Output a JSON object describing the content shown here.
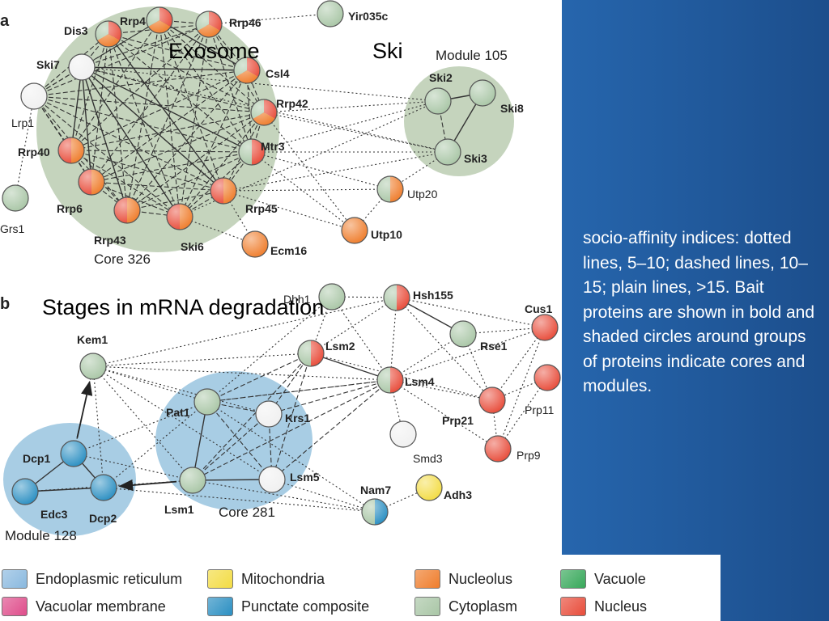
{
  "panel_letters": {
    "a": "a",
    "b": "b"
  },
  "overlay_labels": {
    "exosome": "Exosome",
    "ski": "Ski",
    "stages": "Stages in mRNA degradation"
  },
  "group_labels": {
    "core326": "Core 326",
    "module105": "Module 105",
    "core281": "Core 281",
    "module128": "Module 128"
  },
  "caption": "socio-affinity indices: dotted lines, 5–10; dashed lines, 10–15; plain lines, >15. Bait proteins are shown in bold and shaded circles around groups of proteins indicate cores and modules.",
  "colors": {
    "nucleus": "#e84c3a",
    "nucleolus": "#ef7d2c",
    "cytoplasm": "#a9c6a6",
    "punctate": "#2b8fc2",
    "mitochondria": "#f3dc44",
    "er": "#8ab9df",
    "vacuole": "#37a85a",
    "vacuolar_membrane": "#df4d8b",
    "uncolored": "#f0f0f0",
    "core_fill": "#c5d4bd",
    "blue_fill": "#a8cde4"
  },
  "nodes": [
    {
      "id": "Rrp4",
      "label": "Rrp4",
      "colors": [
        "nucleus",
        "nucleolus",
        "cytoplasm"
      ],
      "bold": true
    },
    {
      "id": "Dis3",
      "label": "Dis3",
      "colors": [
        "nucleus",
        "nucleolus",
        "cytoplasm"
      ],
      "bold": true
    },
    {
      "id": "Rrp46",
      "label": "Rrp46",
      "colors": [
        "nucleus",
        "nucleolus",
        "cytoplasm"
      ],
      "bold": true
    },
    {
      "id": "Ski7",
      "label": "Ski7",
      "colors": [
        "uncolored"
      ],
      "bold": true
    },
    {
      "id": "Csl4",
      "label": "Csl4",
      "colors": [
        "nucleus",
        "nucleolus",
        "cytoplasm"
      ],
      "bold": true
    },
    {
      "id": "Lrp1",
      "label": "Lrp1",
      "colors": [
        "uncolored"
      ],
      "bold": false
    },
    {
      "id": "Rrp42",
      "label": "Rrp42",
      "colors": [
        "nucleus",
        "nucleolus",
        "cytoplasm"
      ],
      "bold": true
    },
    {
      "id": "Rrp40",
      "label": "Rrp40",
      "colors": [
        "nucleus",
        "nucleolus"
      ],
      "bold": true
    },
    {
      "id": "Mtr3",
      "label": "Mtr3",
      "colors": [
        "cytoplasm",
        "nucleus"
      ],
      "bold": true
    },
    {
      "id": "Rrp6",
      "label": "Rrp6",
      "colors": [
        "nucleus",
        "nucleolus"
      ],
      "bold": true
    },
    {
      "id": "Rrp43",
      "label": "Rrp43",
      "colors": [
        "nucleus",
        "nucleolus"
      ],
      "bold": true
    },
    {
      "id": "Ski6",
      "label": "Ski6",
      "colors": [
        "nucleus",
        "nucleolus"
      ],
      "bold": true
    },
    {
      "id": "Rrp45",
      "label": "Rrp45",
      "colors": [
        "nucleus",
        "nucleolus"
      ],
      "bold": true
    },
    {
      "id": "Grs1",
      "label": "Grs1",
      "colors": [
        "cytoplasm"
      ],
      "bold": false
    },
    {
      "id": "Yir035c",
      "label": "Yir035c",
      "colors": [
        "cytoplasm"
      ],
      "bold": true
    },
    {
      "id": "Ski2",
      "label": "Ski2",
      "colors": [
        "cytoplasm"
      ],
      "bold": true
    },
    {
      "id": "Ski8",
      "label": "Ski8",
      "colors": [
        "cytoplasm"
      ],
      "bold": true
    },
    {
      "id": "Ski3",
      "label": "Ski3",
      "colors": [
        "cytoplasm"
      ],
      "bold": true
    },
    {
      "id": "Utp20",
      "label": "Utp20",
      "colors": [
        "cytoplasm",
        "nucleolus"
      ],
      "bold": false
    },
    {
      "id": "Utp10",
      "label": "Utp10",
      "colors": [
        "nucleolus"
      ],
      "bold": true
    },
    {
      "id": "Ecm16",
      "label": "Ecm16",
      "colors": [
        "nucleolus"
      ],
      "bold": true
    },
    {
      "id": "Dhh1",
      "label": "Dhh1",
      "colors": [
        "cytoplasm"
      ],
      "bold": false
    },
    {
      "id": "Hsh155",
      "label": "Hsh155",
      "colors": [
        "cytoplasm",
        "nucleus"
      ],
      "bold": true
    },
    {
      "id": "Cus1",
      "label": "Cus1",
      "colors": [
        "nucleus"
      ],
      "bold": true
    },
    {
      "id": "Kem1",
      "label": "Kem1",
      "colors": [
        "cytoplasm"
      ],
      "bold": true
    },
    {
      "id": "Lsm2",
      "label": "Lsm2",
      "colors": [
        "cytoplasm",
        "nucleus"
      ],
      "bold": true
    },
    {
      "id": "Rse1",
      "label": "Rse1",
      "colors": [
        "cytoplasm"
      ],
      "bold": true
    },
    {
      "id": "Lsm4",
      "label": "Lsm4",
      "colors": [
        "cytoplasm",
        "nucleus"
      ],
      "bold": true
    },
    {
      "id": "Prp11",
      "label": "Prp11",
      "colors": [
        "nucleus"
      ],
      "bold": false
    },
    {
      "id": "Pat1",
      "label": "Pat1",
      "colors": [
        "cytoplasm"
      ],
      "bold": true
    },
    {
      "id": "Krs1",
      "label": "Krs1",
      "colors": [
        "uncolored"
      ],
      "bold": true
    },
    {
      "id": "Prp21",
      "label": "Prp21",
      "colors": [
        "nucleus"
      ],
      "bold": true
    },
    {
      "id": "Smd3",
      "label": "Smd3",
      "colors": [
        "uncolored"
      ],
      "bold": false
    },
    {
      "id": "Prp9",
      "label": "Prp9",
      "colors": [
        "nucleus"
      ],
      "bold": false
    },
    {
      "id": "Dcp1",
      "label": "Dcp1",
      "colors": [
        "punctate"
      ],
      "bold": true
    },
    {
      "id": "Lsm5",
      "label": "Lsm5",
      "colors": [
        "uncolored"
      ],
      "bold": true
    },
    {
      "id": "Nam7",
      "label": "Nam7",
      "colors": [
        "cytoplasm",
        "punctate"
      ],
      "bold": true
    },
    {
      "id": "Adh3",
      "label": "Adh3",
      "colors": [
        "mitochondria"
      ],
      "bold": true
    },
    {
      "id": "Edc3",
      "label": "Edc3",
      "colors": [
        "punctate"
      ],
      "bold": true
    },
    {
      "id": "Dcp2",
      "label": "Dcp2",
      "colors": [
        "punctate"
      ],
      "bold": true
    },
    {
      "id": "Lsm1",
      "label": "Lsm1",
      "colors": [
        "cytoplasm"
      ],
      "bold": true
    }
  ],
  "edges": [
    [
      "Ski7",
      "Rrp40",
      "plain"
    ],
    [
      "Ski7",
      "Rrp6",
      "plain"
    ],
    [
      "Ski7",
      "Rrp43",
      "plain"
    ],
    [
      "Ski7",
      "Ski6",
      "plain"
    ],
    [
      "Ski7",
      "Rrp45",
      "plain"
    ],
    [
      "Ski7",
      "Mtr3",
      "plain"
    ],
    [
      "Ski7",
      "Csl4",
      "plain"
    ],
    [
      "Ski7",
      "Rrp42",
      "dashed"
    ],
    [
      "Ski7",
      "Dis3",
      "dashed"
    ],
    [
      "Ski7",
      "Rrp4",
      "dashed"
    ],
    [
      "Ski7",
      "Rrp46",
      "dashed"
    ],
    [
      "Lrp1",
      "Ski7",
      "dashed"
    ],
    [
      "Lrp1",
      "Rrp4",
      "dashed"
    ],
    [
      "Lrp1",
      "Dis3",
      "dashed"
    ],
    [
      "Lrp1",
      "Rrp46",
      "dashed"
    ],
    [
      "Lrp1",
      "Csl4",
      "dashed"
    ],
    [
      "Lrp1",
      "Rrp42",
      "dashed"
    ],
    [
      "Lrp1",
      "Mtr3",
      "dashed"
    ],
    [
      "Lrp1",
      "Rrp40",
      "dashed"
    ],
    [
      "Lrp1",
      "Rrp6",
      "dashed"
    ],
    [
      "Lrp1",
      "Rrp43",
      "dashed"
    ],
    [
      "Lrp1",
      "Ski6",
      "dashed"
    ],
    [
      "Lrp1",
      "Rrp45",
      "dashed"
    ],
    [
      "Grs1",
      "Lrp1",
      "dotted"
    ],
    [
      "Rrp4",
      "Csl4",
      "plain"
    ],
    [
      "Rrp4",
      "Rrp46",
      "dashed"
    ],
    [
      "Rrp4",
      "Rrp42",
      "dashed"
    ],
    [
      "Rrp4",
      "Mtr3",
      "dashed"
    ],
    [
      "Rrp4",
      "Rrp43",
      "dashed"
    ],
    [
      "Rrp4",
      "Ski6",
      "dashed"
    ],
    [
      "Rrp4",
      "Rrp45",
      "dashed"
    ],
    [
      "Rrp4",
      "Rrp40",
      "dashed"
    ],
    [
      "Dis3",
      "Rrp46",
      "dashed"
    ],
    [
      "Dis3",
      "Csl4",
      "dashed"
    ],
    [
      "Dis3",
      "Rrp45",
      "plain"
    ],
    [
      "Dis3",
      "Mtr3",
      "dashed"
    ],
    [
      "Dis3",
      "Rrp42",
      "dashed"
    ],
    [
      "Dis3",
      "Rrp40",
      "dashed"
    ],
    [
      "Dis3",
      "Rrp6",
      "dashed"
    ],
    [
      "Dis3",
      "Rrp43",
      "dashed"
    ],
    [
      "Dis3",
      "Ski6",
      "dashed"
    ],
    [
      "Rrp46",
      "Csl4",
      "dashed"
    ],
    [
      "Rrp46",
      "Rrp42",
      "dashed"
    ],
    [
      "Rrp46",
      "Rrp40",
      "dashed"
    ],
    [
      "Rrp46",
      "Rrp6",
      "dashed"
    ],
    [
      "Rrp46",
      "Rrp43",
      "dashed"
    ],
    [
      "Rrp46",
      "Ski6",
      "dashed"
    ],
    [
      "Rrp46",
      "Mtr3",
      "dashed"
    ],
    [
      "Rrp46",
      "Yir035c",
      "dotted"
    ],
    [
      "Csl4",
      "Rrp42",
      "dashed"
    ],
    [
      "Csl4",
      "Rrp40",
      "dashed"
    ],
    [
      "Csl4",
      "Rrp6",
      "dashed"
    ],
    [
      "Csl4",
      "Rrp43",
      "dashed"
    ],
    [
      "Csl4",
      "Ski6",
      "dashed"
    ],
    [
      "Csl4",
      "Mtr3",
      "dashed"
    ],
    [
      "Rrp42",
      "Mtr3",
      "dashed"
    ],
    [
      "Rrp42",
      "Rrp40",
      "dashed"
    ],
    [
      "Rrp42",
      "Rrp6",
      "dashed"
    ],
    [
      "Rrp42",
      "Rrp43",
      "dashed"
    ],
    [
      "Rrp42",
      "Ski6",
      "dashed"
    ],
    [
      "Rrp42",
      "Rrp45",
      "dashed"
    ],
    [
      "Mtr3",
      "Rrp40",
      "dashed"
    ],
    [
      "Mtr3",
      "Rrp6",
      "dashed"
    ],
    [
      "Mtr3",
      "Rrp43",
      "dashed"
    ],
    [
      "Mtr3",
      "Ski6",
      "dashed"
    ],
    [
      "Mtr3",
      "Rrp45",
      "dashed"
    ],
    [
      "Rrp40",
      "Rrp6",
      "dashed"
    ],
    [
      "Rrp40",
      "Rrp43",
      "dashed"
    ],
    [
      "Rrp40",
      "Ski6",
      "dashed"
    ],
    [
      "Rrp40",
      "Rrp45",
      "dashed"
    ],
    [
      "Rrp6",
      "Rrp43",
      "dashed"
    ],
    [
      "Rrp6",
      "Ski6",
      "dashed"
    ],
    [
      "Rrp6",
      "Rrp45",
      "dashed"
    ],
    [
      "Rrp43",
      "Ski6",
      "dashed"
    ],
    [
      "Rrp43",
      "Rrp45",
      "dashed"
    ],
    [
      "Ski6",
      "Rrp45",
      "dashed"
    ],
    [
      "Ski2",
      "Ski8",
      "plain"
    ],
    [
      "Ski8",
      "Ski3",
      "plain"
    ],
    [
      "Ski2",
      "Ski3",
      "dashed"
    ],
    [
      "Ski7",
      "Ski2",
      "dotted"
    ],
    [
      "Ski7",
      "Ski3",
      "dotted"
    ],
    [
      "Ski6",
      "Ski2",
      "dotted"
    ],
    [
      "Rrp42",
      "Ski2",
      "dotted"
    ],
    [
      "Rrp42",
      "Ski3",
      "dotted"
    ],
    [
      "Mtr3",
      "Ski3",
      "dotted"
    ],
    [
      "Mtr3",
      "Ski2",
      "dotted"
    ],
    [
      "Rrp45",
      "Ski3",
      "dotted"
    ],
    [
      "Rrp45",
      "Utp20",
      "dotted"
    ],
    [
      "Mtr3",
      "Utp20",
      "dotted"
    ],
    [
      "Ski3",
      "Utp20",
      "dotted"
    ],
    [
      "Rrp45",
      "Utp10",
      "dotted"
    ],
    [
      "Mtr3",
      "Utp10",
      "dotted"
    ],
    [
      "Utp20",
      "Utp10",
      "dotted"
    ],
    [
      "Ski6",
      "Ecm16",
      "dotted"
    ],
    [
      "Rrp45",
      "Ecm16",
      "dotted"
    ],
    [
      "Rrp42",
      "Utp10",
      "dotted"
    ],
    [
      "Dhh1",
      "Lsm2",
      "dotted"
    ],
    [
      "Dhh1",
      "Lsm4",
      "dotted"
    ],
    [
      "Dhh1",
      "Pat1",
      "dotted"
    ],
    [
      "Dhh1",
      "Hsh155",
      "dotted"
    ],
    [
      "Hsh155",
      "Rse1",
      "plain"
    ],
    [
      "Hsh155",
      "Cus1",
      "dotted"
    ],
    [
      "Hsh155",
      "Lsm4",
      "dotted"
    ],
    [
      "Hsh155",
      "Prp21",
      "dotted"
    ],
    [
      "Hsh155",
      "Lsm2",
      "dotted"
    ],
    [
      "Rse1",
      "Cus1",
      "dotted"
    ],
    [
      "Rse1",
      "Lsm4",
      "dotted"
    ],
    [
      "Rse1",
      "Prp21",
      "dotted"
    ],
    [
      "Cus1",
      "Prp21",
      "dotted"
    ],
    [
      "Cus1",
      "Lsm4",
      "dotted"
    ],
    [
      "Cus1",
      "Prp9",
      "dotted"
    ],
    [
      "Prp11",
      "Prp21",
      "dotted"
    ],
    [
      "Prp11",
      "Prp9",
      "dotted"
    ],
    [
      "Prp21",
      "Prp9",
      "dotted"
    ],
    [
      "Lsm4",
      "Prp21",
      "dotted"
    ],
    [
      "Lsm4",
      "Prp9",
      "dotted"
    ],
    [
      "Lsm4",
      "Smd3",
      "dotted"
    ],
    [
      "Lsm2",
      "Lsm4",
      "plain"
    ],
    [
      "Lsm2",
      "Pat1",
      "dashed"
    ],
    [
      "Lsm2",
      "Krs1",
      "dashed"
    ],
    [
      "Lsm2",
      "Lsm1",
      "dashed"
    ],
    [
      "Lsm2",
      "Lsm5",
      "dashed"
    ],
    [
      "Lsm2",
      "Kem1",
      "dotted"
    ],
    [
      "Lsm4",
      "Pat1",
      "dashed"
    ],
    [
      "Lsm4",
      "Krs1",
      "dashed"
    ],
    [
      "Lsm4",
      "Lsm1",
      "dashed"
    ],
    [
      "Lsm4",
      "Lsm5",
      "dashed"
    ],
    [
      "Lsm4",
      "Kem1",
      "dotted"
    ],
    [
      "Kem1",
      "Pat1",
      "dotted"
    ],
    [
      "Kem1",
      "Lsm1",
      "dotted"
    ],
    [
      "Kem1",
      "Krs1",
      "dotted"
    ],
    [
      "Kem1",
      "Lsm5",
      "dotted"
    ],
    [
      "Kem1",
      "Dcp1",
      "dotted"
    ],
    [
      "Kem1",
      "Dcp2",
      "dotted"
    ],
    [
      "Kem1",
      "Hsh155",
      "dotted"
    ],
    [
      "Pat1",
      "Lsm1",
      "plain"
    ],
    [
      "Pat1",
      "Krs1",
      "dashed"
    ],
    [
      "Pat1",
      "Lsm5",
      "dashed"
    ],
    [
      "Krs1",
      "Lsm5",
      "dashed"
    ],
    [
      "Krs1",
      "Lsm1",
      "dashed"
    ],
    [
      "Lsm1",
      "Lsm5",
      "plain"
    ],
    [
      "Lsm1",
      "Nam7",
      "dotted"
    ],
    [
      "Lsm5",
      "Nam7",
      "dotted"
    ],
    [
      "Pat1",
      "Nam7",
      "dotted"
    ],
    [
      "Nam7",
      "Adh3",
      "dotted"
    ],
    [
      "Dcp1",
      "Edc3",
      "plain"
    ],
    [
      "Dcp1",
      "Dcp2",
      "plain"
    ],
    [
      "Edc3",
      "Dcp2",
      "plain"
    ],
    [
      "Dcp1",
      "Pat1",
      "dotted"
    ],
    [
      "Dcp2",
      "Pat1",
      "dotted"
    ],
    [
      "Dcp1",
      "Lsm1",
      "dotted"
    ],
    [
      "Edc3",
      "Lsm1",
      "dotted"
    ],
    [
      "Dcp2",
      "Nam7",
      "dotted"
    ],
    [
      "Lsm4",
      "Pat1",
      "dotted"
    ],
    [
      "Prp21",
      "Lsm2",
      "dotted"
    ]
  ],
  "arrows": [
    [
      "Dcp1",
      "Kem1"
    ],
    [
      "Lsm1",
      "Dcp2"
    ]
  ],
  "legend": [
    {
      "label": "Endoplasmic reticulum",
      "color": "er"
    },
    {
      "label": "Mitochondria",
      "color": "mitochondria"
    },
    {
      "label": "Nucleolus",
      "color": "nucleolus"
    },
    {
      "label": "Vacuole",
      "color": "vacuole"
    },
    {
      "label": "Vacuolar membrane",
      "color": "vacuolar_membrane"
    },
    {
      "label": "Punctate composite",
      "color": "punctate"
    },
    {
      "label": "Cytoplasm",
      "color": "cytoplasm"
    },
    {
      "label": "Nucleus",
      "color": "nucleus"
    }
  ]
}
